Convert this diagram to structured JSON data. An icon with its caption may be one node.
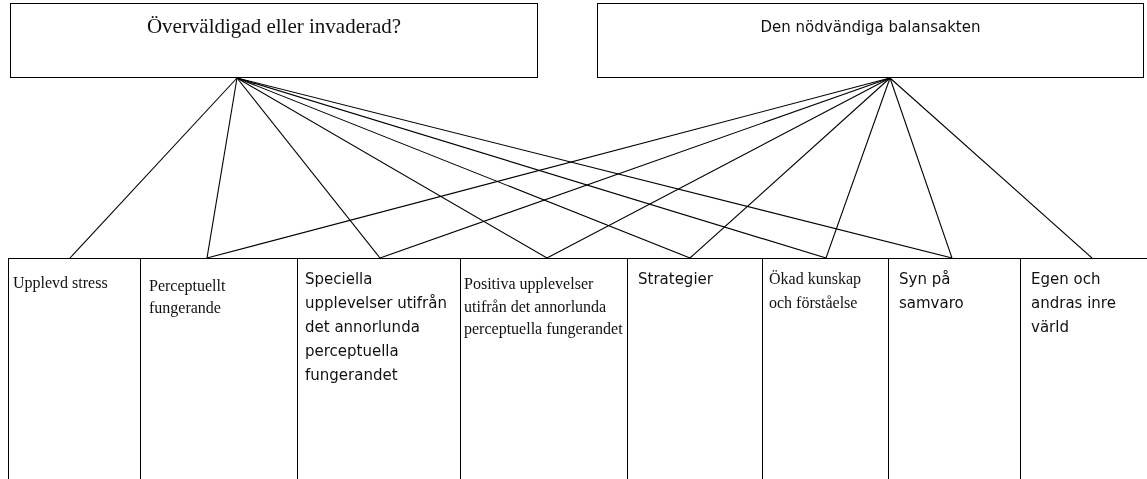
{
  "diagram": {
    "nodes": [
      {
        "text": [
          "Överväldigad eller invaderad?"
        ]
      },
      {
        "text": [
          "Den nödvändiga balansakten"
        ]
      },
      {
        "text": [
          "Upplevd stress"
        ]
      },
      {
        "text": [
          "Perceptuellt fungerande"
        ]
      },
      {
        "text": [
          "Speciella upplevelser utifrån det annorlunda perceptuella fungerandet"
        ]
      },
      {
        "text": [
          "Positiva upplevelser utifrån det annorlunda perceptuella fungerandet"
        ]
      },
      {
        "text": [
          "Strategier"
        ]
      },
      {
        "text": [
          "Ökad kunskap och förståelse"
        ]
      },
      {
        "text": [
          "Syn på samvaro"
        ]
      },
      {
        "text": [
          "Egen och andras inre värld"
        ]
      }
    ],
    "edges": [
      {
        "from": 0,
        "to": 2,
        "arrow": "none"
      },
      {
        "from": 0,
        "to": 3,
        "arrow": "none"
      },
      {
        "from": 0,
        "to": 4,
        "arrow": "none"
      },
      {
        "from": 0,
        "to": 5,
        "arrow": "none"
      },
      {
        "from": 0,
        "to": 6,
        "arrow": "none"
      },
      {
        "from": 0,
        "to": 7,
        "arrow": "none"
      },
      {
        "from": 0,
        "to": 8,
        "arrow": "none"
      },
      {
        "from": 1,
        "to": 3,
        "arrow": "none"
      },
      {
        "from": 1,
        "to": 4,
        "arrow": "none"
      },
      {
        "from": 1,
        "to": 5,
        "arrow": "none"
      },
      {
        "from": 1,
        "to": 6,
        "arrow": "none"
      },
      {
        "from": 1,
        "to": 7,
        "arrow": "none"
      },
      {
        "from": 1,
        "to": 8,
        "arrow": "none"
      },
      {
        "from": 1,
        "to": 9,
        "arrow": "none"
      }
    ]
  }
}
